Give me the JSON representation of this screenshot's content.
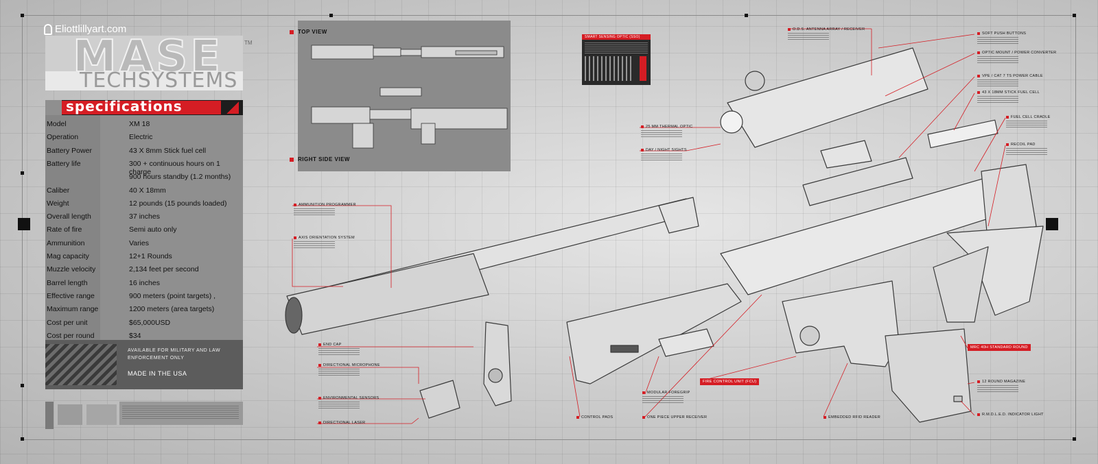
{
  "site": "Eliottlillyart.com",
  "brand": {
    "name": "MASE",
    "sub": "TECHSYSTEMS",
    "tm": "TM"
  },
  "specs": {
    "header": "specifications",
    "rows": [
      {
        "k": "Model",
        "v": "XM 18"
      },
      {
        "k": "Operation",
        "v": "Electric"
      },
      {
        "k": "Battery Power",
        "v": "43 X 8mm Stick fuel cell"
      },
      {
        "k": "Battery life",
        "v": "300 + continuous hours on 1 charge"
      },
      {
        "k": "",
        "v": "900 hours standby (1.2 months)"
      },
      {
        "k": "Caliber",
        "v": "40 X 18mm"
      },
      {
        "k": "Weight",
        "v": "12 pounds (15 pounds loaded)"
      },
      {
        "k": "Overall length",
        "v": "37 inches"
      },
      {
        "k": "Rate of fire",
        "v": "Semi auto only"
      },
      {
        "k": "Ammunition",
        "v": "Varies"
      },
      {
        "k": "Mag capacity",
        "v": "12+1 Rounds"
      },
      {
        "k": "Muzzle velocity",
        "v": "2,134 feet per second"
      },
      {
        "k": "Barrel length",
        "v": "16 inches"
      },
      {
        "k": "Effective range",
        "v": "900 meters (point targets) ,"
      },
      {
        "k": "Maximum range",
        "v": "1200 meters  (area targets)"
      },
      {
        "k": "Cost per unit",
        "v": "$65,000USD"
      },
      {
        "k": "Cost per round",
        "v": "$34"
      }
    ],
    "footer_note": "AVAILABLE FOR MILITARY AND LAW ENFORCEMENT ONLY",
    "footer_made": "MADE IN THE USA"
  },
  "views": {
    "top": "TOP VIEW",
    "right": "RIGHT SIDE VIEW"
  },
  "callouts": {
    "optic": "SMART SENSING OPTIC (SSO)",
    "antenna": "O.D.S. ANTENNA ARRAY / RECEIVER",
    "soft_push": "SOFT PUSH BUTTONS",
    "optic_mount": "OPTIC MOUNT / POWER CONVERTER",
    "power_cable": "VPE / CAT 7 TS POWER CABLE",
    "fuel_cell": "43 X 18MM STICK FUEL CELL",
    "fuel_cradle": "FUEL CELL CRADLE",
    "recoil_pad": "RECOIL PAD",
    "thermal": "25 MM THERMAL OPTIC",
    "day_night": "DAY / NIGHT SIGHTS",
    "ammo_prog": "AMMUNITION PROGRAMMER",
    "axis": "AXIS ORIENTATION SYSTEM",
    "end_cap": "END CAP",
    "microphone": "DIRECTIONAL MICROPHONE",
    "env_sensors": "ENVIRONMENTAL SENSORS",
    "laser": "DIRECTIONAL LASER",
    "control_pads": "CONTROL PADS",
    "modular": "MODULAR FOREGRIP",
    "upper": "ONE PIECE UPPER RECEIVER",
    "fcu": "FIRE CONTROL UNIT (FCU)",
    "rfid": "EMBEDDED RFID READER",
    "round": "MRC 40H STANDARD ROUND",
    "magazine": "12 ROUND MAGAZINE",
    "led": "R.M.D.L.E.D. INDICATOR LIGHT"
  },
  "colors": {
    "accent": "#d51d24",
    "panel": "#8f8f8f",
    "dark": "#1d1d1d"
  }
}
